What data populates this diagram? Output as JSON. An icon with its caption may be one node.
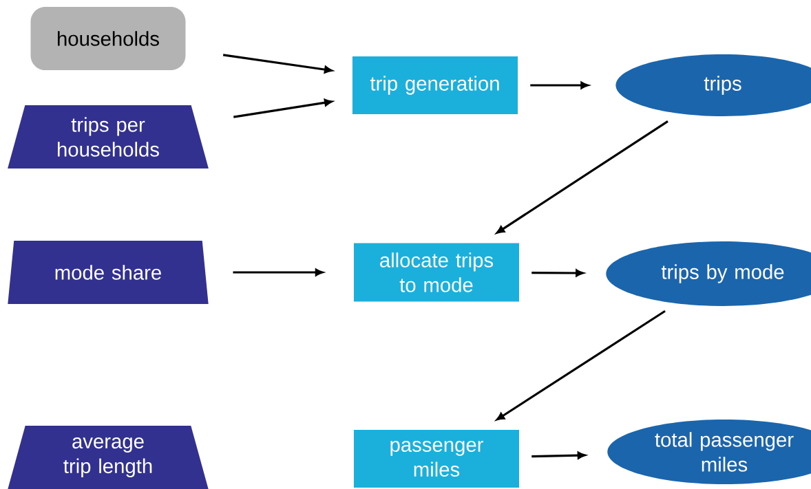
{
  "diagram": {
    "nodes": [
      {
        "text": [
          "households"
        ]
      },
      {
        "text": [
          "trips per households"
        ]
      },
      {
        "text": [
          "trip generation"
        ]
      },
      {
        "text": [
          "trips"
        ]
      },
      {
        "text": [
          "mode share"
        ]
      },
      {
        "text": [
          "allocate trips to mode"
        ]
      },
      {
        "text": [
          "trips by mode"
        ]
      },
      {
        "text": [
          "average trip length"
        ]
      },
      {
        "text": [
          "passenger miles"
        ]
      },
      {
        "text": [
          "total passenger miles"
        ]
      }
    ],
    "edges": [
      {
        "from": 0,
        "to": 2,
        "arrow": "to"
      },
      {
        "from": 1,
        "to": 2,
        "arrow": "to"
      },
      {
        "from": 2,
        "to": 3,
        "arrow": "to"
      },
      {
        "from": 3,
        "to": 5,
        "arrow": "to"
      },
      {
        "from": 4,
        "to": 5,
        "arrow": "to"
      },
      {
        "from": 5,
        "to": 6,
        "arrow": "to"
      },
      {
        "from": 6,
        "to": 8,
        "arrow": "to"
      },
      {
        "from": 8,
        "to": 9,
        "arrow": "to"
      }
    ]
  }
}
